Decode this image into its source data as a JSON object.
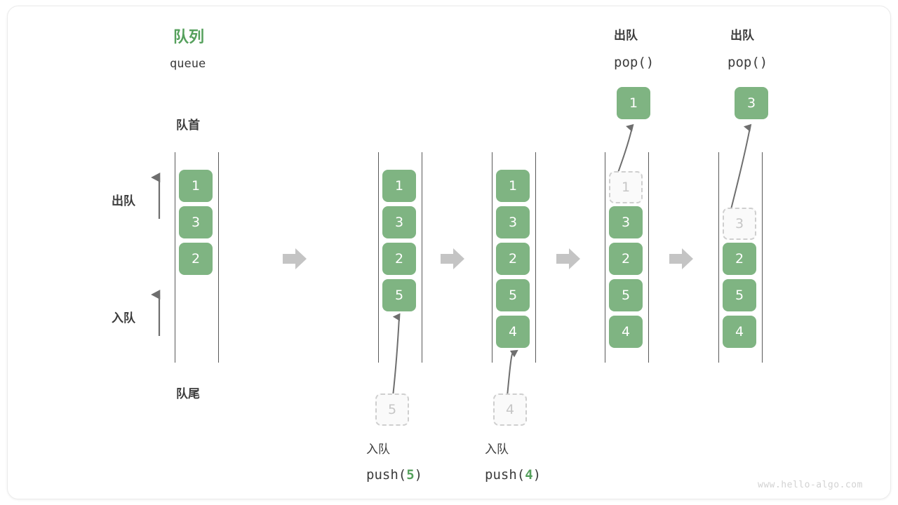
{
  "title": {
    "cn": "队列",
    "mono": "queue"
  },
  "labels": {
    "front": "队首",
    "rear": "队尾",
    "dequeue_side": "出队",
    "enqueue_side": "入队"
  },
  "colors": {
    "green": "#7fb482",
    "green_text": "#55a05c",
    "gray_arrow": "#c4c4c4",
    "dark_text": "#3c3c3c",
    "ghost_text": "#c6c6c6",
    "rail": "#595959",
    "thin_arrow": "#6e6e6e"
  },
  "watermark": "www.hello-algo.com",
  "operations": {
    "push5": {
      "cn": "入队",
      "fn_prefix": "push(",
      "arg": "5",
      "fn_suffix": ")"
    },
    "push4": {
      "cn": "入队",
      "fn_prefix": "push(",
      "arg": "4",
      "fn_suffix": ")"
    },
    "pop1": {
      "cn": "出队",
      "fn": "pop()",
      "popped": "1"
    },
    "pop2": {
      "cn": "出队",
      "fn": "pop()",
      "popped": "3"
    }
  },
  "columns": [
    {
      "id": "col1",
      "cells": [
        {
          "v": "1",
          "state": "filled"
        },
        {
          "v": "3",
          "state": "filled"
        },
        {
          "v": "2",
          "state": "filled"
        }
      ]
    },
    {
      "id": "col2",
      "cells": [
        {
          "v": "1",
          "state": "filled"
        },
        {
          "v": "3",
          "state": "filled"
        },
        {
          "v": "2",
          "state": "filled"
        },
        {
          "v": "5",
          "state": "filled"
        }
      ]
    },
    {
      "id": "col3",
      "cells": [
        {
          "v": "1",
          "state": "filled"
        },
        {
          "v": "3",
          "state": "filled"
        },
        {
          "v": "2",
          "state": "filled"
        },
        {
          "v": "5",
          "state": "filled"
        },
        {
          "v": "4",
          "state": "filled"
        }
      ]
    },
    {
      "id": "col4",
      "cells": [
        {
          "v": "1",
          "state": "ghost"
        },
        {
          "v": "3",
          "state": "filled"
        },
        {
          "v": "2",
          "state": "filled"
        },
        {
          "v": "5",
          "state": "filled"
        },
        {
          "v": "4",
          "state": "filled"
        }
      ]
    },
    {
      "id": "col5",
      "cells": [
        {
          "v": "",
          "state": "empty"
        },
        {
          "v": "3",
          "state": "ghost"
        },
        {
          "v": "2",
          "state": "filled"
        },
        {
          "v": "5",
          "state": "filled"
        },
        {
          "v": "4",
          "state": "filled"
        }
      ]
    }
  ],
  "incoming": [
    {
      "id": "in5",
      "v": "5"
    },
    {
      "id": "in4",
      "v": "4"
    }
  ],
  "popped_boxes": [
    {
      "id": "out1",
      "v": "1"
    },
    {
      "id": "out3",
      "v": "3"
    }
  ]
}
